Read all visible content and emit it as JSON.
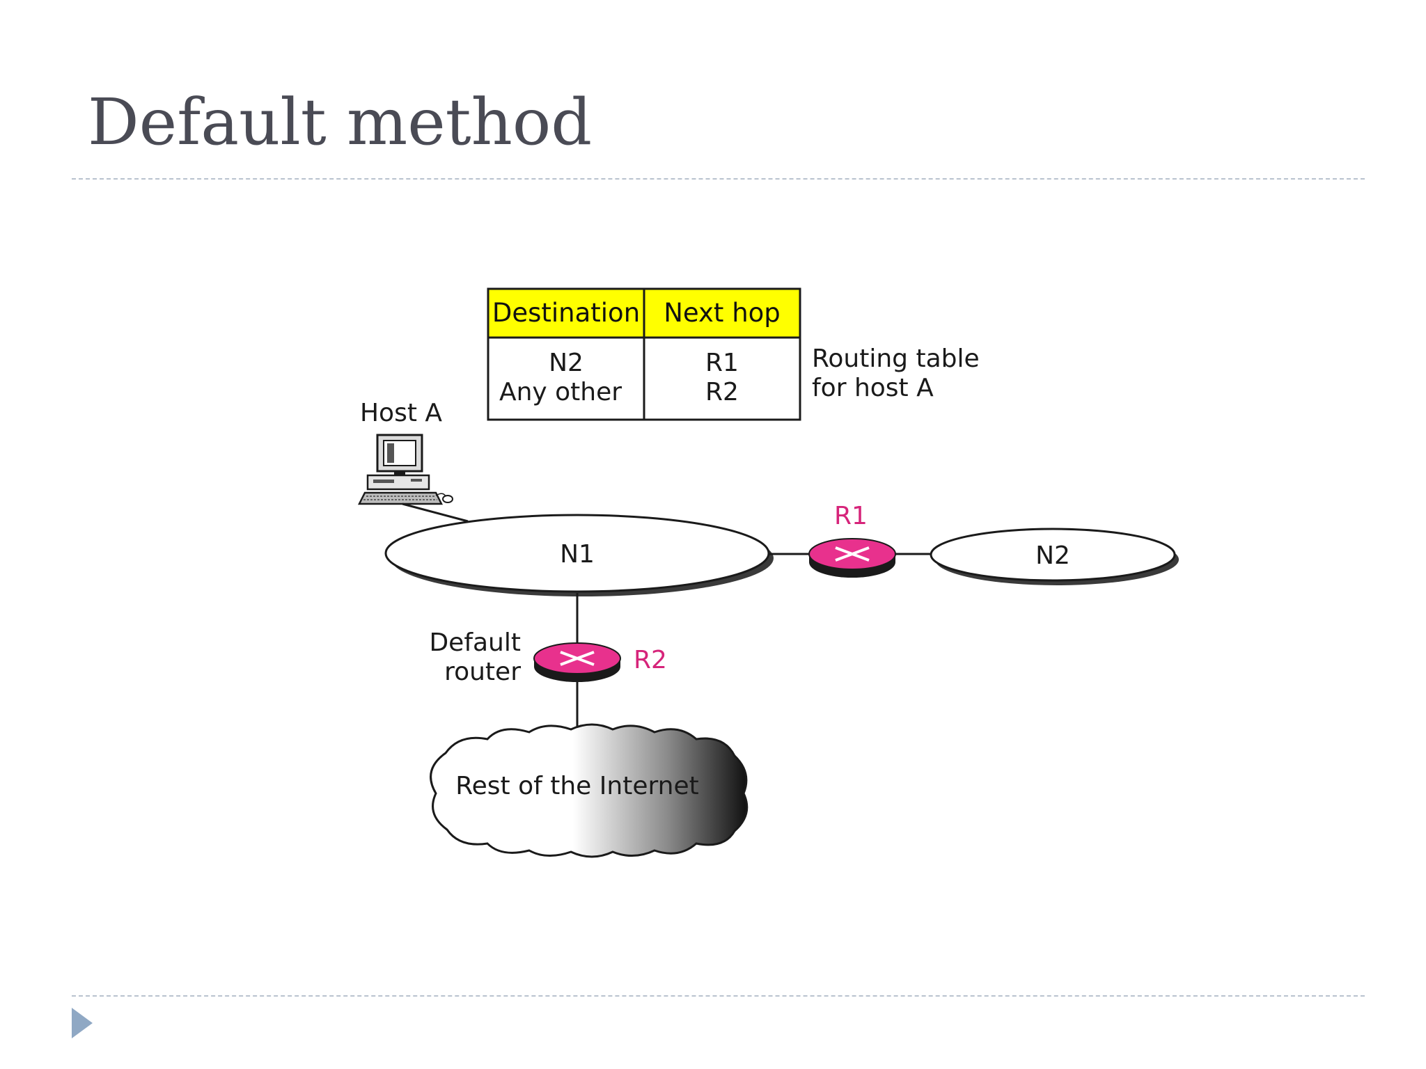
{
  "slide": {
    "title": "Default method"
  },
  "routing_table": {
    "headers": [
      "Destination",
      "Next hop"
    ],
    "rows": [
      [
        "N2",
        "R1"
      ],
      [
        "Any other",
        "R2"
      ]
    ],
    "caption_line1": "Routing table",
    "caption_line2": "for host A",
    "header_color": "#ffff00"
  },
  "host": {
    "label": "Host A",
    "icon": "desktop-computer-icon"
  },
  "networks": {
    "n1": "N1",
    "n2": "N2"
  },
  "routers": {
    "r1": "R1",
    "r2": "R2",
    "r2_role_line1": "Default",
    "r2_role_line2": "router",
    "router_color": "#e8318d",
    "icon": "router-icon"
  },
  "cloud": {
    "label": "Rest of the Internet"
  }
}
